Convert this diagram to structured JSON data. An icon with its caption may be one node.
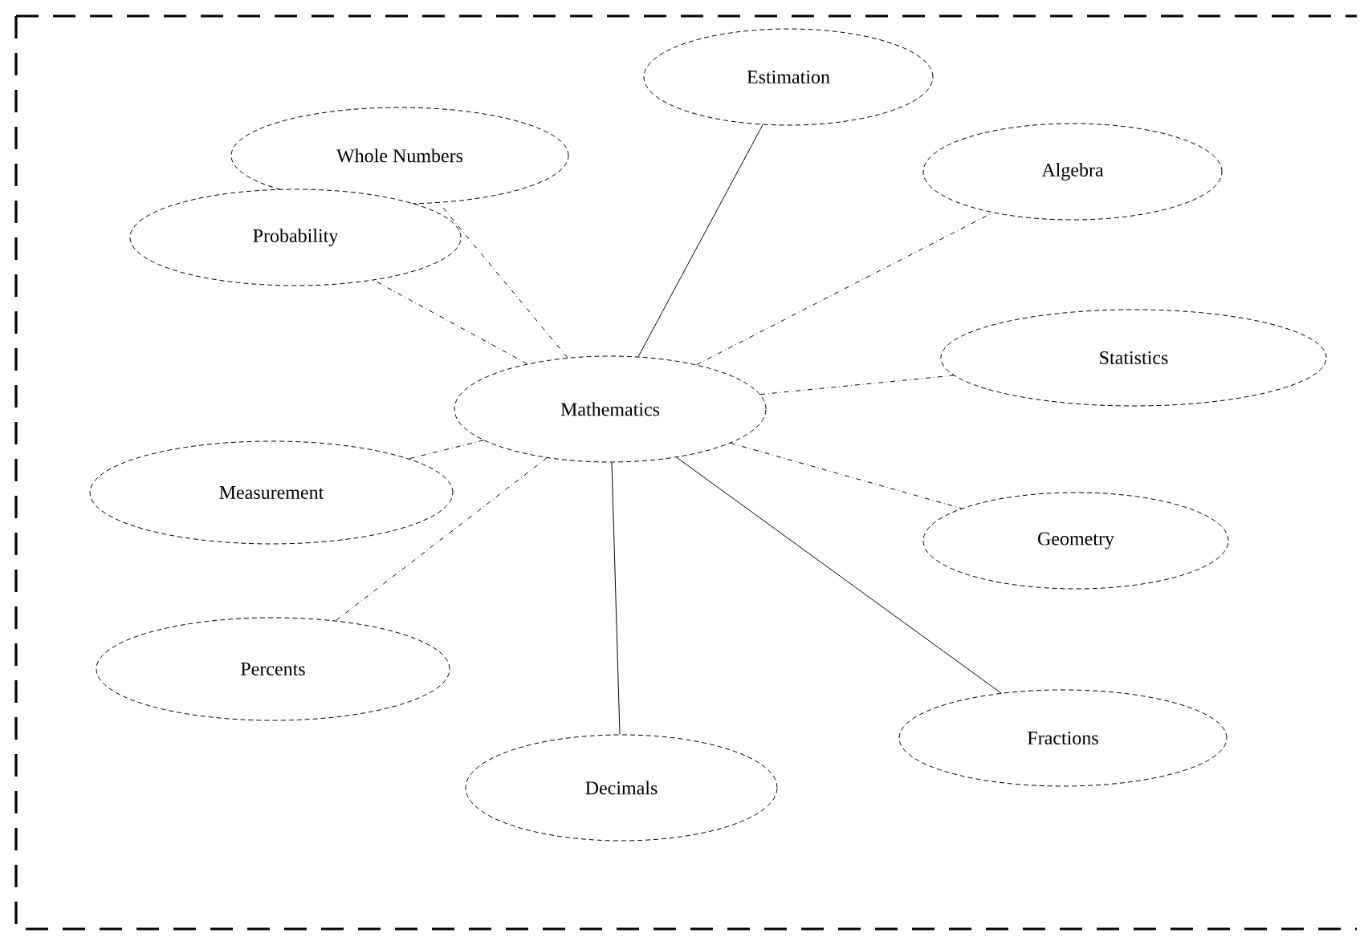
{
  "diagram": {
    "nodes": [
      {
        "text": [
          "Mathematics"
        ]
      },
      {
        "text": [
          "Whole Numbers"
        ]
      },
      {
        "text": [
          "Estimation"
        ]
      },
      {
        "text": [
          "Algebra"
        ]
      },
      {
        "text": [
          "Probability"
        ]
      },
      {
        "text": [
          "Statistics"
        ]
      },
      {
        "text": [
          "Measurement"
        ]
      },
      {
        "text": [
          "Geometry"
        ]
      },
      {
        "text": [
          "Percents"
        ]
      },
      {
        "text": [
          "Fractions"
        ]
      },
      {
        "text": [
          "Decimals"
        ]
      }
    ],
    "edges": [
      {
        "from": 0,
        "to": 1,
        "arrow": "none",
        "style": "dashed"
      },
      {
        "from": 0,
        "to": 2,
        "arrow": "none"
      },
      {
        "from": 0,
        "to": 3,
        "arrow": "none",
        "style": "dashed"
      },
      {
        "from": 0,
        "to": 4,
        "arrow": "none",
        "style": "dashed"
      },
      {
        "from": 0,
        "to": 5,
        "arrow": "none",
        "style": "dashed"
      },
      {
        "from": 0,
        "to": 6,
        "arrow": "none",
        "style": "dashed"
      },
      {
        "from": 0,
        "to": 7,
        "arrow": "none",
        "style": "dashed"
      },
      {
        "from": 0,
        "to": 8,
        "arrow": "none",
        "style": "dashed"
      },
      {
        "from": 0,
        "to": 9,
        "arrow": "none"
      },
      {
        "from": 0,
        "to": 10,
        "arrow": "none"
      }
    ]
  }
}
